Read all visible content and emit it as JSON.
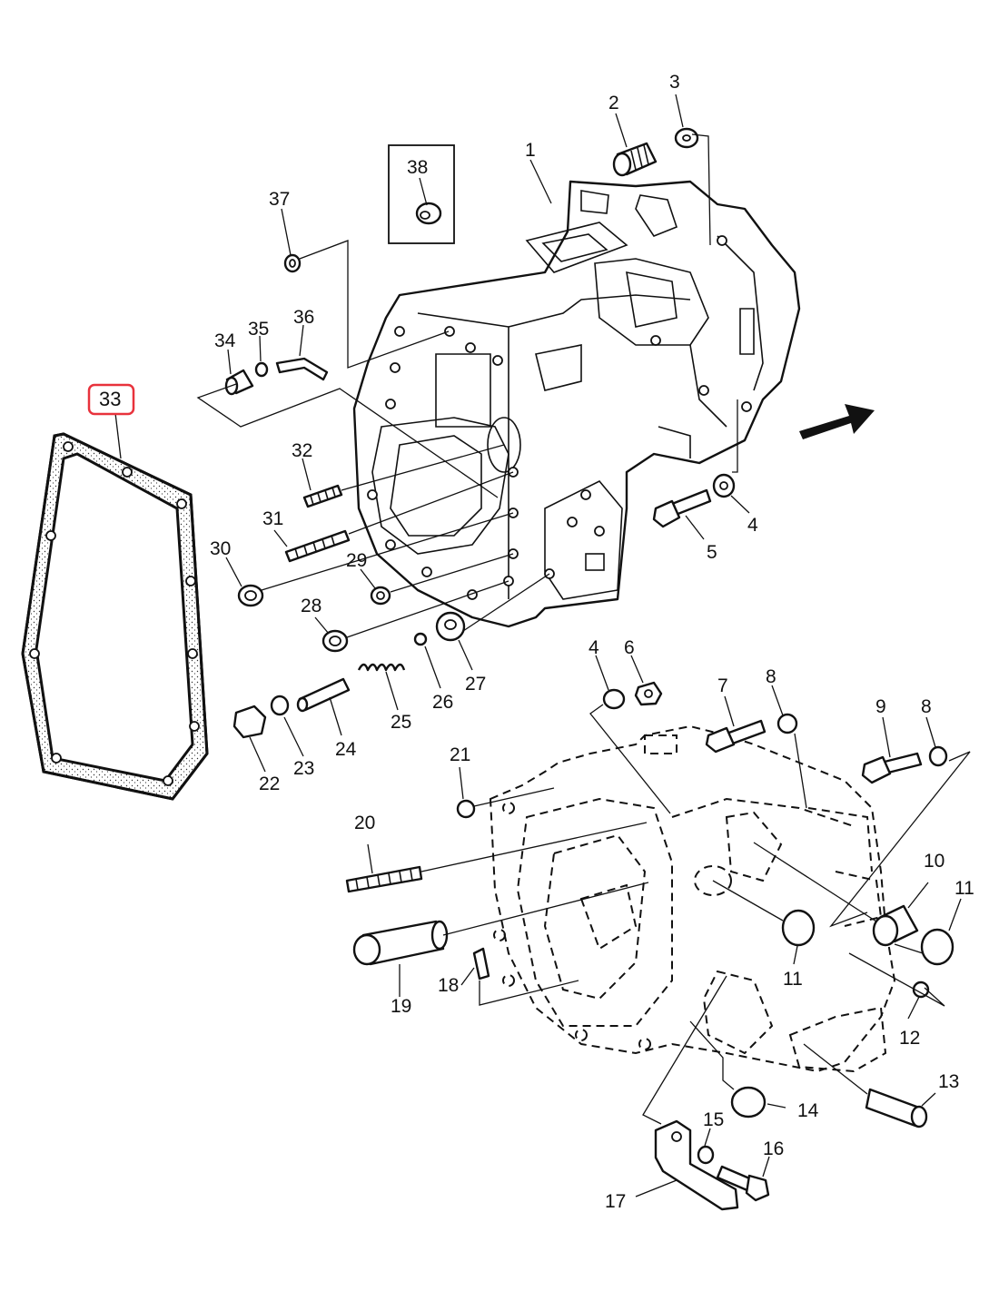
{
  "highlight_color": "#e8323c",
  "highlighted_part": "33",
  "box_label": "38",
  "arrow": "front-direction-arrow",
  "parts": [
    {
      "num": "1"
    },
    {
      "num": "2"
    },
    {
      "num": "3"
    },
    {
      "num": "4"
    },
    {
      "num": "4"
    },
    {
      "num": "5"
    },
    {
      "num": "6"
    },
    {
      "num": "7"
    },
    {
      "num": "8"
    },
    {
      "num": "8"
    },
    {
      "num": "9"
    },
    {
      "num": "10"
    },
    {
      "num": "11"
    },
    {
      "num": "11"
    },
    {
      "num": "12"
    },
    {
      "num": "13"
    },
    {
      "num": "14"
    },
    {
      "num": "15"
    },
    {
      "num": "16"
    },
    {
      "num": "17"
    },
    {
      "num": "18"
    },
    {
      "num": "19"
    },
    {
      "num": "20"
    },
    {
      "num": "21"
    },
    {
      "num": "22"
    },
    {
      "num": "23"
    },
    {
      "num": "24"
    },
    {
      "num": "25"
    },
    {
      "num": "26"
    },
    {
      "num": "27"
    },
    {
      "num": "28"
    },
    {
      "num": "29"
    },
    {
      "num": "30"
    },
    {
      "num": "31"
    },
    {
      "num": "32"
    },
    {
      "num": "33"
    },
    {
      "num": "34"
    },
    {
      "num": "35"
    },
    {
      "num": "36"
    },
    {
      "num": "37"
    },
    {
      "num": "38"
    }
  ]
}
